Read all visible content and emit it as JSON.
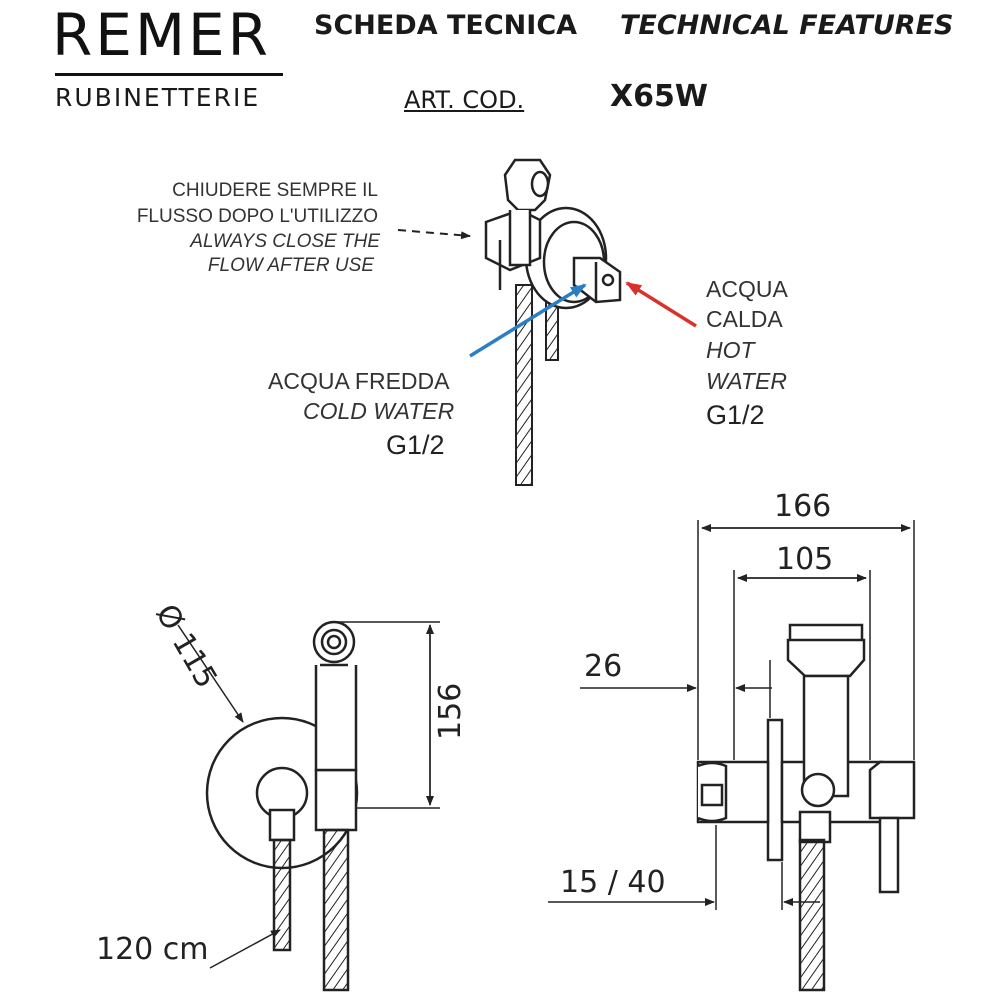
{
  "brand": {
    "name": "REMER",
    "subtitle": "RUBINETTERIE"
  },
  "header": {
    "title_it": "SCHEDA TECNICA",
    "title_en": "TECHNICAL FEATURES",
    "art_cod_label": "ART. COD.",
    "art_cod_value": "X65W"
  },
  "notes": {
    "close_it_1": "CHIUDERE SEMPRE IL",
    "close_it_2": "FLUSSO DOPO L'UTILIZZO",
    "close_en_1": "ALWAYS CLOSE THE",
    "close_en_2": "FLOW AFTER  USE"
  },
  "hot": {
    "it_1": "ACQUA",
    "it_2": "CALDA",
    "en_1": "HOT",
    "en_2": "WATER",
    "thread": "G1/2",
    "color": "#d9312b"
  },
  "cold": {
    "it": "ACQUA FREDDA",
    "en": "COLD WATER",
    "thread": "G1/2",
    "color": "#2a7fc4"
  },
  "dimensions": {
    "diameter": "Ø 115",
    "height": "156",
    "hose": "120 cm",
    "width_total": "166",
    "width_inner": "105",
    "depth": "26",
    "wall_range": "15 / 40"
  }
}
